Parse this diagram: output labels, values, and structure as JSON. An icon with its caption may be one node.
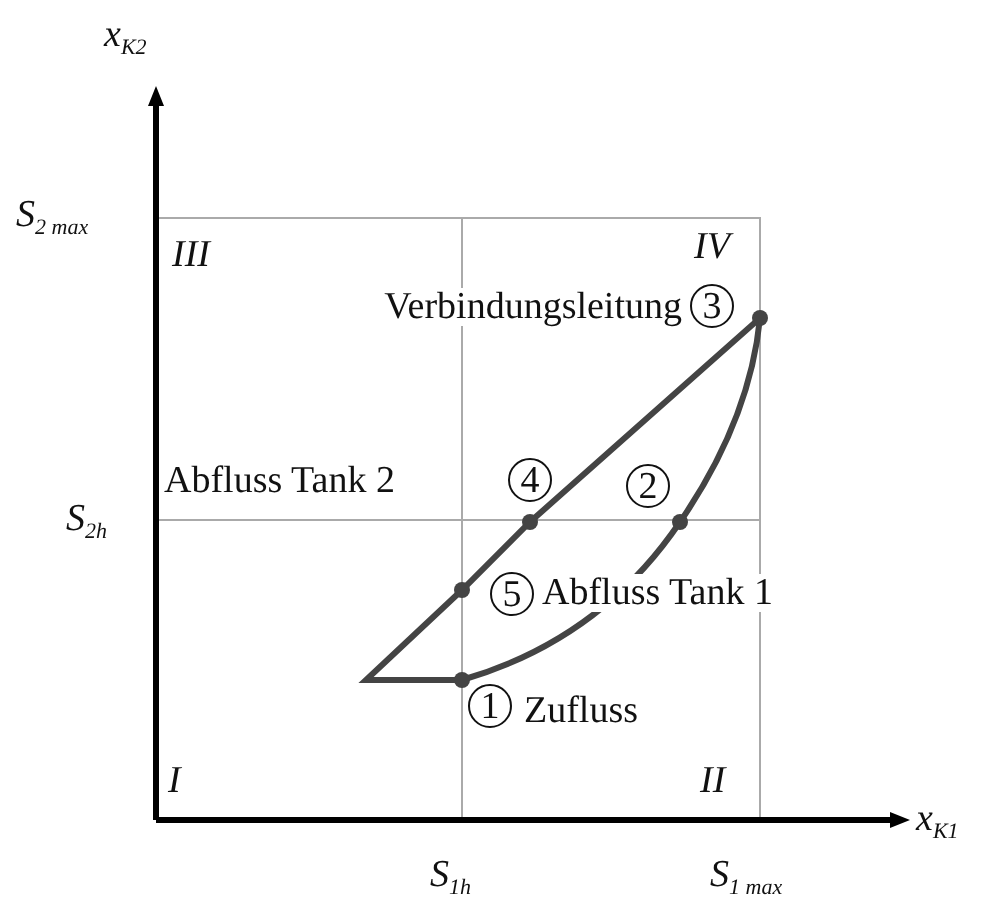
{
  "diagram": {
    "nodes": [
      {
        "text": [
          "3"
        ],
        "beside": [
          "Verbindungsleitung"
        ]
      },
      {
        "text": [
          "4"
        ],
        "beside": [
          "Abfluss Tank 2"
        ]
      },
      {
        "text": [
          "2"
        ]
      },
      {
        "text": [
          "5"
        ],
        "beside": [
          "Abfluss Tank 1"
        ]
      },
      {
        "text": [
          "1"
        ],
        "beside": [
          "Zufluss"
        ]
      }
    ],
    "labels": [
      "x$_{K2}$",
      "S$_{2 max}$",
      "III",
      "IV",
      "S$_{2h}$",
      "I",
      "II",
      "x$_{K1}$",
      "S$_{1h}$",
      "S$_{1 max}$"
    ]
  }
}
